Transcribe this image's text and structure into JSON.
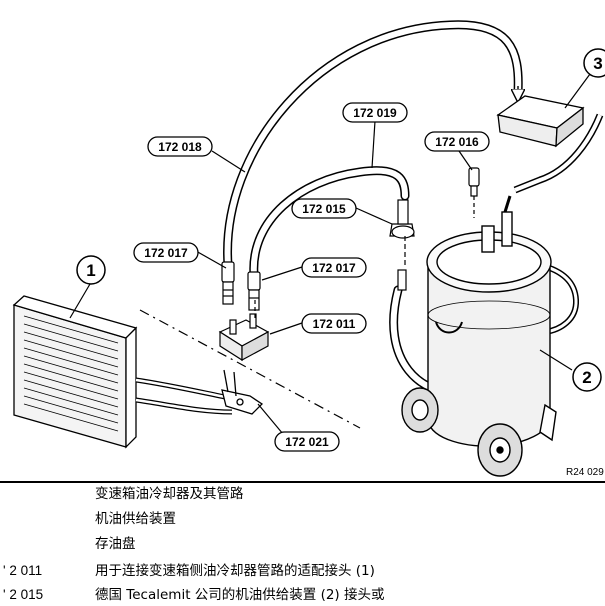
{
  "figure": {
    "part_labels": {
      "p172018": "172 018",
      "p172019": "172 019",
      "p172016": "172 016",
      "p172015": "172 015",
      "p172017a": "172 017",
      "p172017b": "172 017",
      "p172011": "172 011",
      "p172021": "172 021"
    },
    "item_numbers": {
      "n1": "1",
      "n2": "2",
      "n3": "3"
    },
    "reference": "R24 029"
  },
  "legend": {
    "rows": [
      {
        "code": "",
        "text": "变速箱油冷却器及其管路"
      },
      {
        "code": "",
        "text": "机油供给装置"
      },
      {
        "code": "",
        "text": "存油盘"
      },
      {
        "code": "' 2 011",
        "text": "用于连接变速箱侧油冷却器管路的适配接头 (1)"
      },
      {
        "code": "' 2 015",
        "text": "德国 Tecalemit 公司的机油供给装置 (2) 接头或"
      }
    ]
  }
}
